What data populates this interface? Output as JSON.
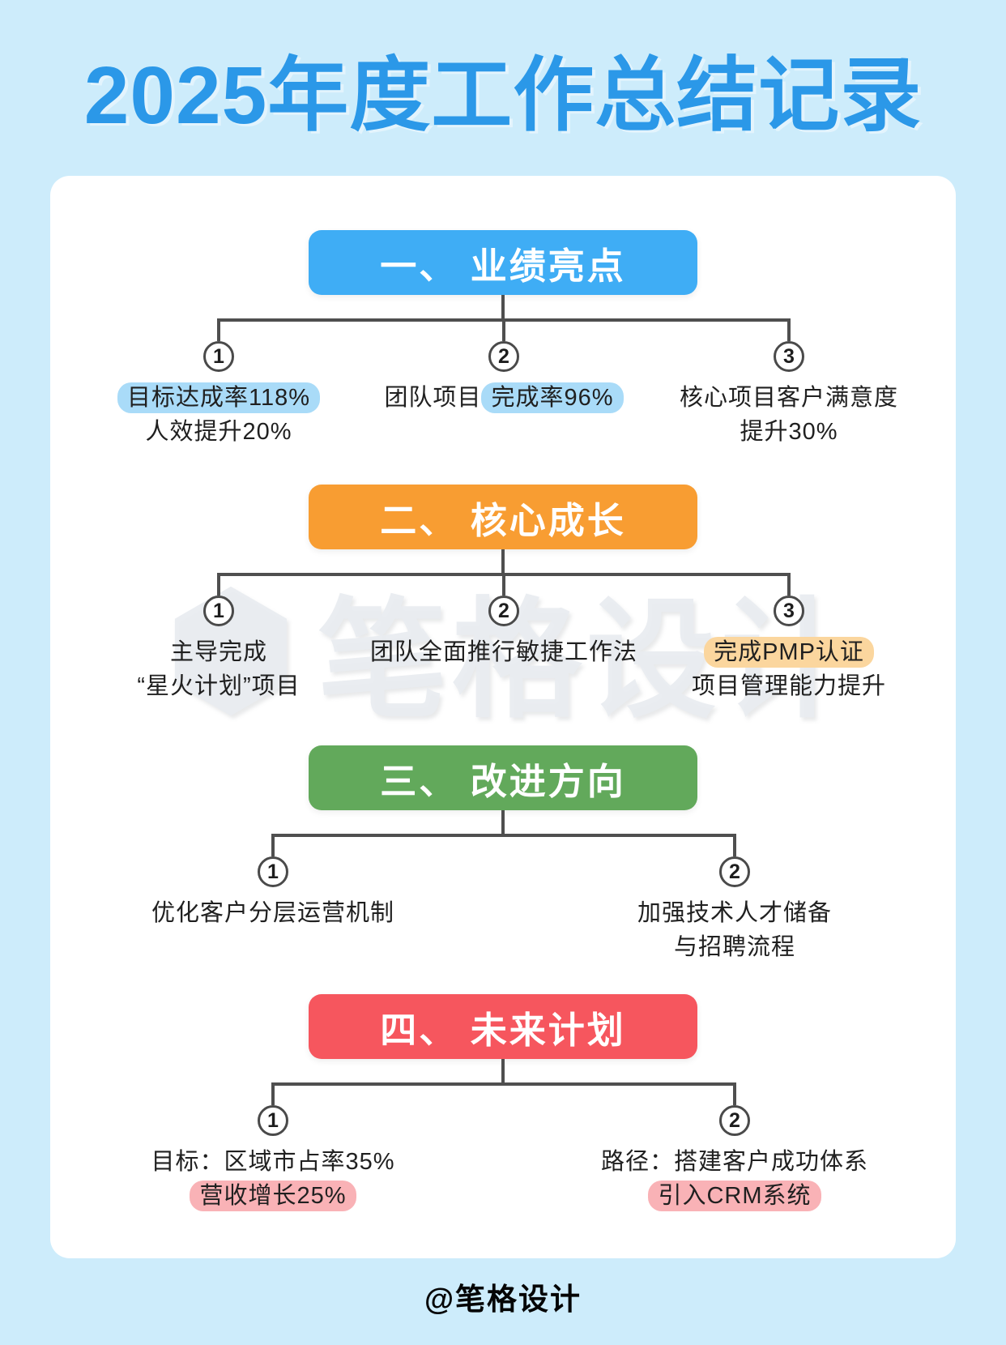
{
  "title": "2025年度工作总结记录",
  "footer": "@笔格设计",
  "watermark": {
    "logo": "⬢",
    "text": "笔格设计"
  },
  "colors": {
    "background": "#cdecfb",
    "card": "#ffffff",
    "title_blue": "#2b98e8",
    "section1_blue": "#3fadf5",
    "section2_orange": "#f89d32",
    "section3_green": "#62a95b",
    "section4_red": "#f6565e",
    "highlight_blue": "#a9dbf8",
    "highlight_orange": "#fbd69e",
    "highlight_pink": "#f9b2b6",
    "connector_gray": "#4f4f4f"
  },
  "sections": [
    {
      "header": "一、 业绩亮点",
      "items": [
        {
          "num": "1",
          "l1hl": "目标达成率118%",
          "l2pre": "人效提升20%"
        },
        {
          "num": "2",
          "l1pre": "团队项目",
          "l1hl": "完成率96%"
        },
        {
          "num": "3",
          "l1pre": "核心项目客户满意度",
          "l2pre": "提升30%"
        }
      ]
    },
    {
      "header": "二、 核心成长",
      "items": [
        {
          "num": "1",
          "l1pre": "主导完成",
          "l2pre": "“星火计划”项目"
        },
        {
          "num": "2",
          "l1pre": "团队全面推行敏捷工作法"
        },
        {
          "num": "3",
          "l1hl": "完成PMP认证",
          "l2pre": "项目管理能力提升"
        }
      ]
    },
    {
      "header": "三、 改进方向",
      "items": [
        {
          "num": "1",
          "l1pre": "优化客户分层运营机制"
        },
        {
          "num": "2",
          "l1pre": "加强技术人才储备",
          "l2pre": "与招聘流程"
        }
      ]
    },
    {
      "header": "四、 未来计划",
      "items": [
        {
          "num": "1",
          "l1pre": "目标：区域市占率35%",
          "l2hl": "营收增长25%"
        },
        {
          "num": "2",
          "l1pre": "路径：搭建客户成功体系",
          "l2hl": "引入CRM系统"
        }
      ]
    }
  ]
}
